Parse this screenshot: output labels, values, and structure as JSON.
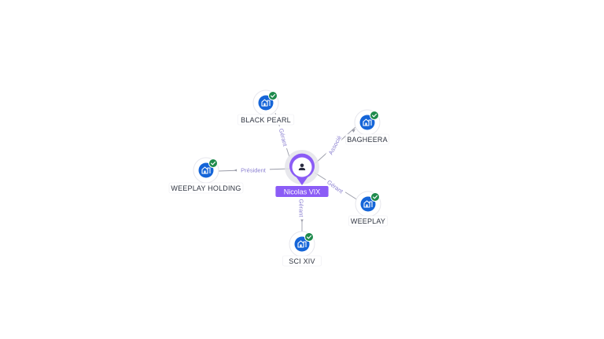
{
  "colors": {
    "edge": "#9a9ca8",
    "edge_label": "#8a7fd0",
    "company_icon_bg": "#1565d8",
    "verified_badge": "#1e8a4c",
    "person_accent": "#8b5cf6",
    "person_halo": "#e4e4ea",
    "label_bg": "#ffffff",
    "label_text": "#2f3441"
  },
  "center": {
    "name": "Nicolas VIX",
    "icon": "person-icon"
  },
  "companies": [
    {
      "id": "black-pearl",
      "name": "BLACK PEARL",
      "relation": "Gérant",
      "verified": true,
      "icon": "building-icon"
    },
    {
      "id": "bagheera",
      "name": "BAGHEERA",
      "relation": "Associé",
      "verified": true,
      "icon": "building-icon"
    },
    {
      "id": "weeplay-holding",
      "name": "WEEPLAY HOLDING",
      "relation": "Président",
      "verified": true,
      "icon": "building-icon"
    },
    {
      "id": "weeplay",
      "name": "WEEPLAY",
      "relation": "Gérant",
      "verified": true,
      "icon": "building-icon"
    },
    {
      "id": "sci-xiv",
      "name": "SCI XIV",
      "relation": "Gérant",
      "verified": true,
      "icon": "building-icon"
    }
  ]
}
